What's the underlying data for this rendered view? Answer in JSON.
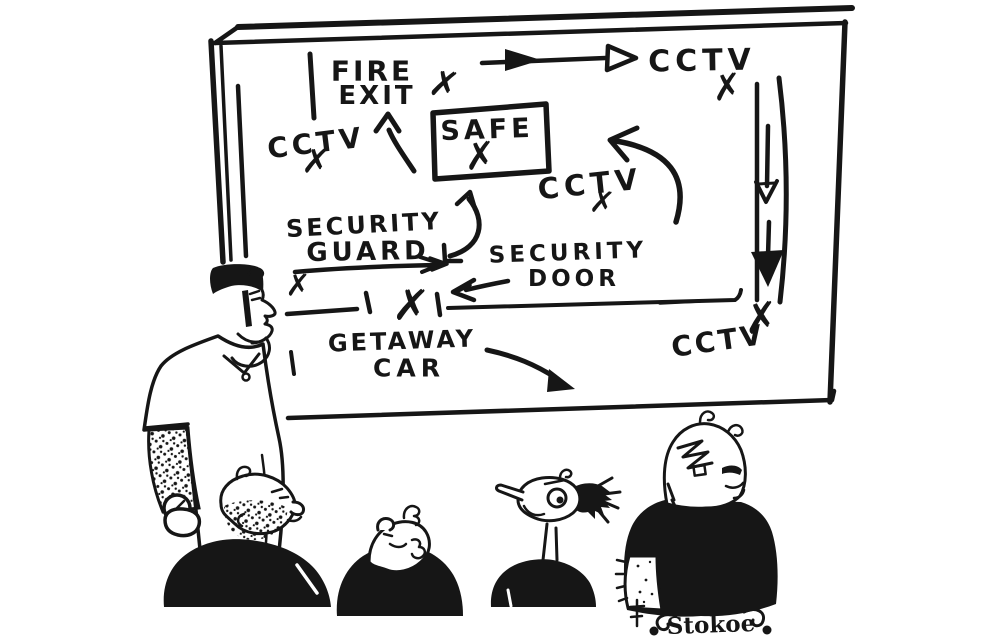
{
  "scene": {
    "signature": "Stokoe"
  },
  "colors": {
    "ink": "#161616",
    "paper": "#ffffff"
  },
  "board": {
    "x_glyph": "✗",
    "labels": {
      "fire_exit": [
        "FIRE",
        "EXIT"
      ],
      "cctv_top_right": "CCTV",
      "cctv_left": "CCTV",
      "cctv_middle": "CCTV",
      "cctv_bottom_right": "CCTV",
      "safe": "SAFE",
      "security_guard": [
        "SECURITY",
        "GUARD"
      ],
      "security_door": [
        "SECURITY",
        "DOOR"
      ],
      "getaway_car": [
        "GETAWAY",
        "CAR"
      ]
    }
  }
}
